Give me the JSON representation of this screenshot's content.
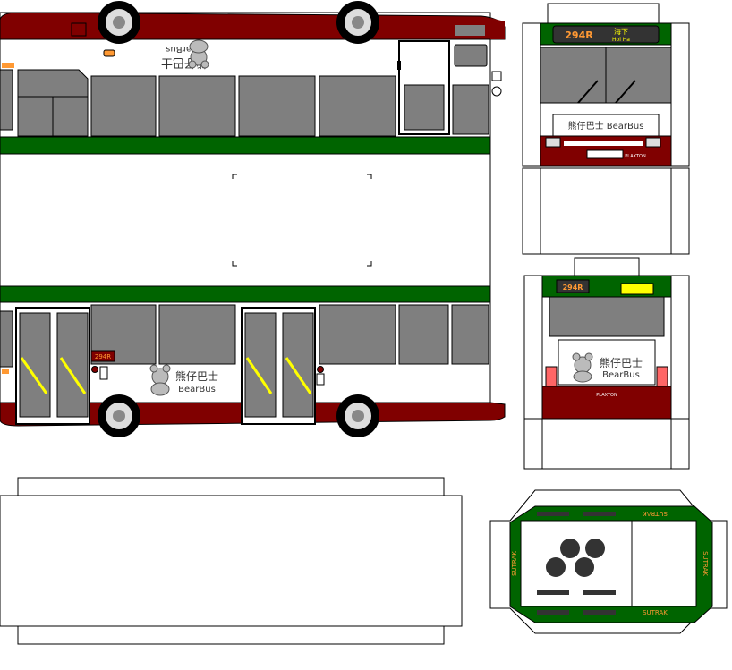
{
  "route": "294R",
  "destination_cn": "海下",
  "destination_en": "Hoi Ha",
  "brand_cn": "熊仔巴士",
  "brand_en": "BearBus",
  "brand_full": "熊仔巴士 BearBus",
  "maker": "PLAXTON",
  "chassis_text": "SUTRAK",
  "colors": {
    "maroon": "#800000",
    "green": "#006400",
    "white": "#ffffff",
    "window_grey": "#7f7f7f",
    "orange": "#ff9933",
    "yellow": "#ffff00"
  }
}
